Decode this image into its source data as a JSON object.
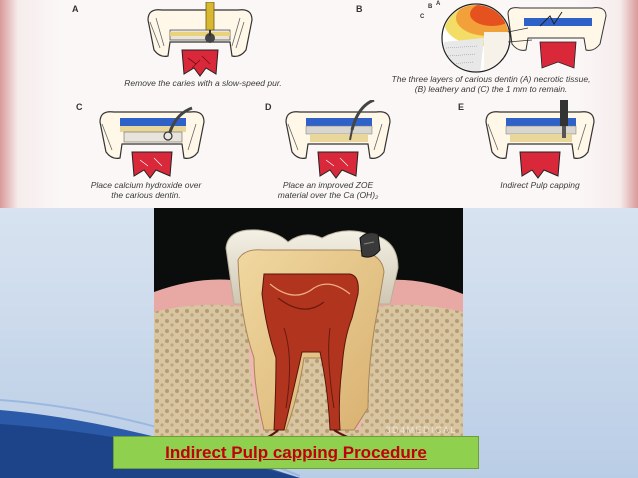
{
  "panels": [
    {
      "letter": "A",
      "caption": "Remove the caries with a slow-speed pur."
    },
    {
      "letter": "B",
      "caption_line1": "The three layers of carious dentin (A) necrotic tissue,",
      "caption_line2": "(B) leathery and (C) the 1 mm to remain."
    },
    {
      "letter": "C",
      "caption_line1": "Place calcium hydroxide over",
      "caption_line2": "the carious dentin."
    },
    {
      "letter": "D",
      "caption_line1": "Place an improved ZOE",
      "caption_line2": "material over the Ca (OH)₂"
    },
    {
      "letter": "E",
      "caption": "Indirect Pulp capping"
    }
  ],
  "layer_labels": [
    "C",
    "B",
    "A"
  ],
  "render": {
    "watermark": "3D4MEDICAL"
  },
  "banner": {
    "title": "Indirect Pulp capping Procedure"
  },
  "colors": {
    "banner_bg": "#8fd04f",
    "banner_text": "#c0000b",
    "liner_blue": "#2e62c9",
    "pulp_red": "#d8283a"
  }
}
